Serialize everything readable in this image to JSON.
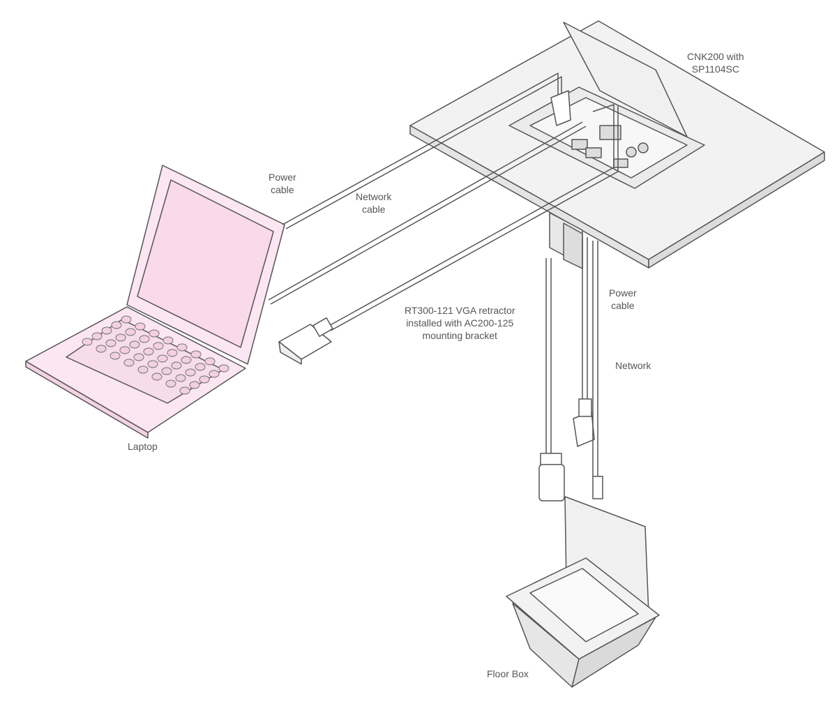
{
  "labels": {
    "desk_unit": [
      "CNK200 with",
      "SP1104SC"
    ],
    "power_cable_top": [
      "Power",
      "cable"
    ],
    "network_cable_top": [
      "Network",
      "cable"
    ],
    "retractor": [
      "RT300-121 VGA retractor",
      "installed with AC200-125",
      "mounting bracket"
    ],
    "power_cable_vertical": [
      "Power",
      "cable"
    ],
    "network_vertical": "Network",
    "laptop": "Laptop",
    "floor_box": "Floor Box"
  },
  "colors": {
    "line": "#555555",
    "laptop_fill": "#fbe6f1",
    "screen_fill": "#f9d9ea",
    "surface_fill": "#f0f0f0"
  }
}
